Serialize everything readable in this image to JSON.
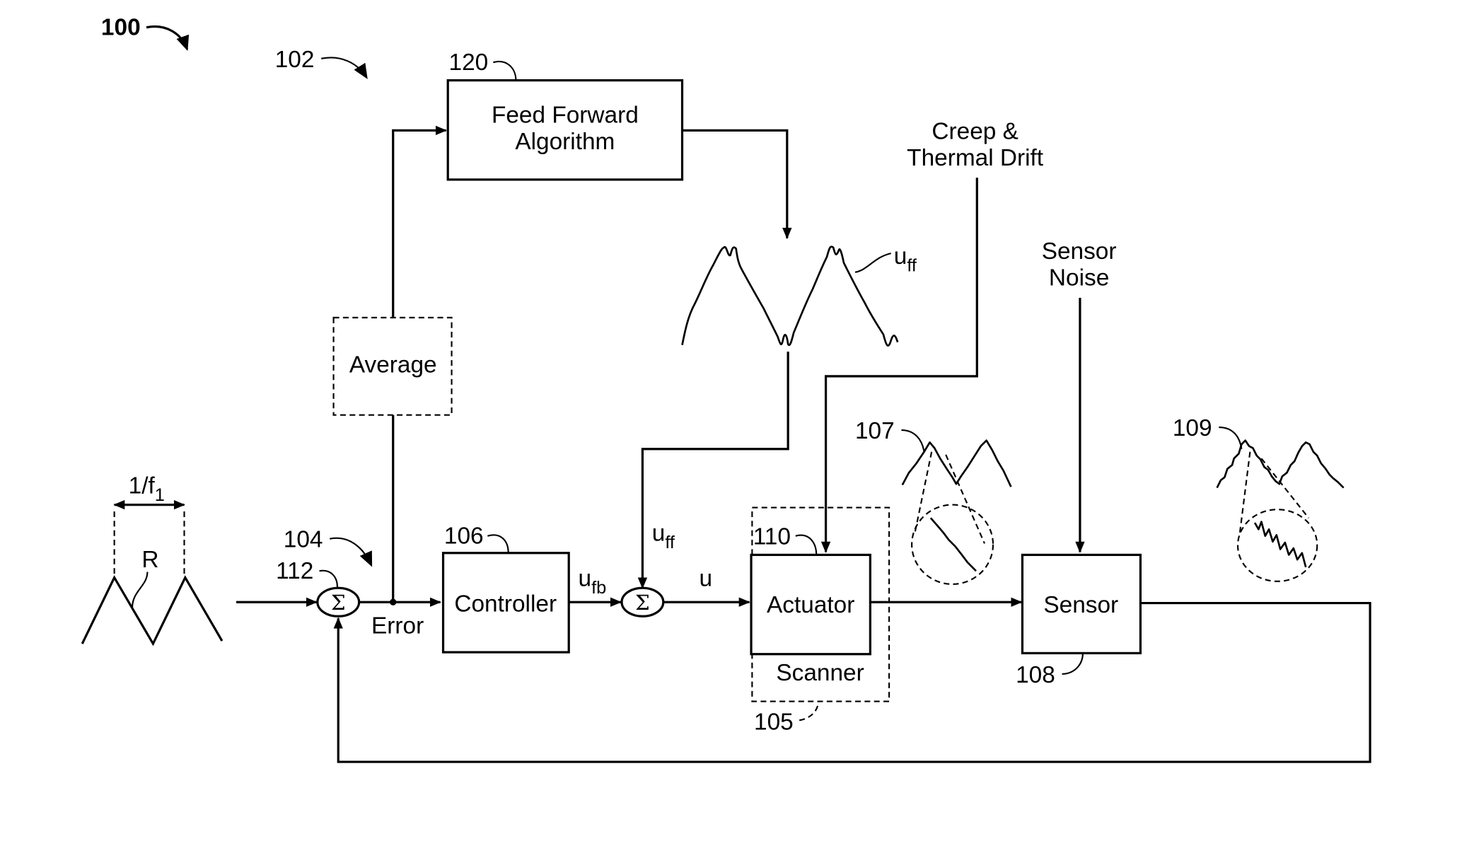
{
  "figure": {
    "ref_main": "100",
    "ref_feedforward_loop": "102",
    "ref_feedback_loop": "104"
  },
  "blocks": {
    "feed_forward": {
      "ref": "120",
      "line1": "Feed Forward",
      "line2": "Algorithm"
    },
    "average": {
      "label": "Average"
    },
    "controller": {
      "ref": "106",
      "label": "Controller"
    },
    "actuator": {
      "ref": "110",
      "label": "Actuator"
    },
    "scanner": {
      "ref": "105",
      "label": "Scanner"
    },
    "sensor": {
      "ref": "108",
      "label": "Sensor"
    }
  },
  "summing_junctions": {
    "first": {
      "ref": "112",
      "symbol": "Σ"
    },
    "second": {
      "symbol": "Σ"
    }
  },
  "signals": {
    "error": "Error",
    "u_fb_base": "u",
    "u_fb_sub": "fb",
    "u": "u",
    "u_ff_base": "u",
    "u_ff_sub": "ff",
    "u_ff_wave_base": "u",
    "u_ff_wave_sub": "ff"
  },
  "reference": {
    "label": "R",
    "period_base": "1/f",
    "period_sub": "1"
  },
  "disturbances": {
    "creep_line1": "Creep &",
    "creep_line2": "Thermal Drift",
    "noise_line1": "Sensor",
    "noise_line2": "Noise"
  },
  "waveforms": {
    "scanner_output_ref": "107",
    "sensor_output_ref": "109"
  }
}
